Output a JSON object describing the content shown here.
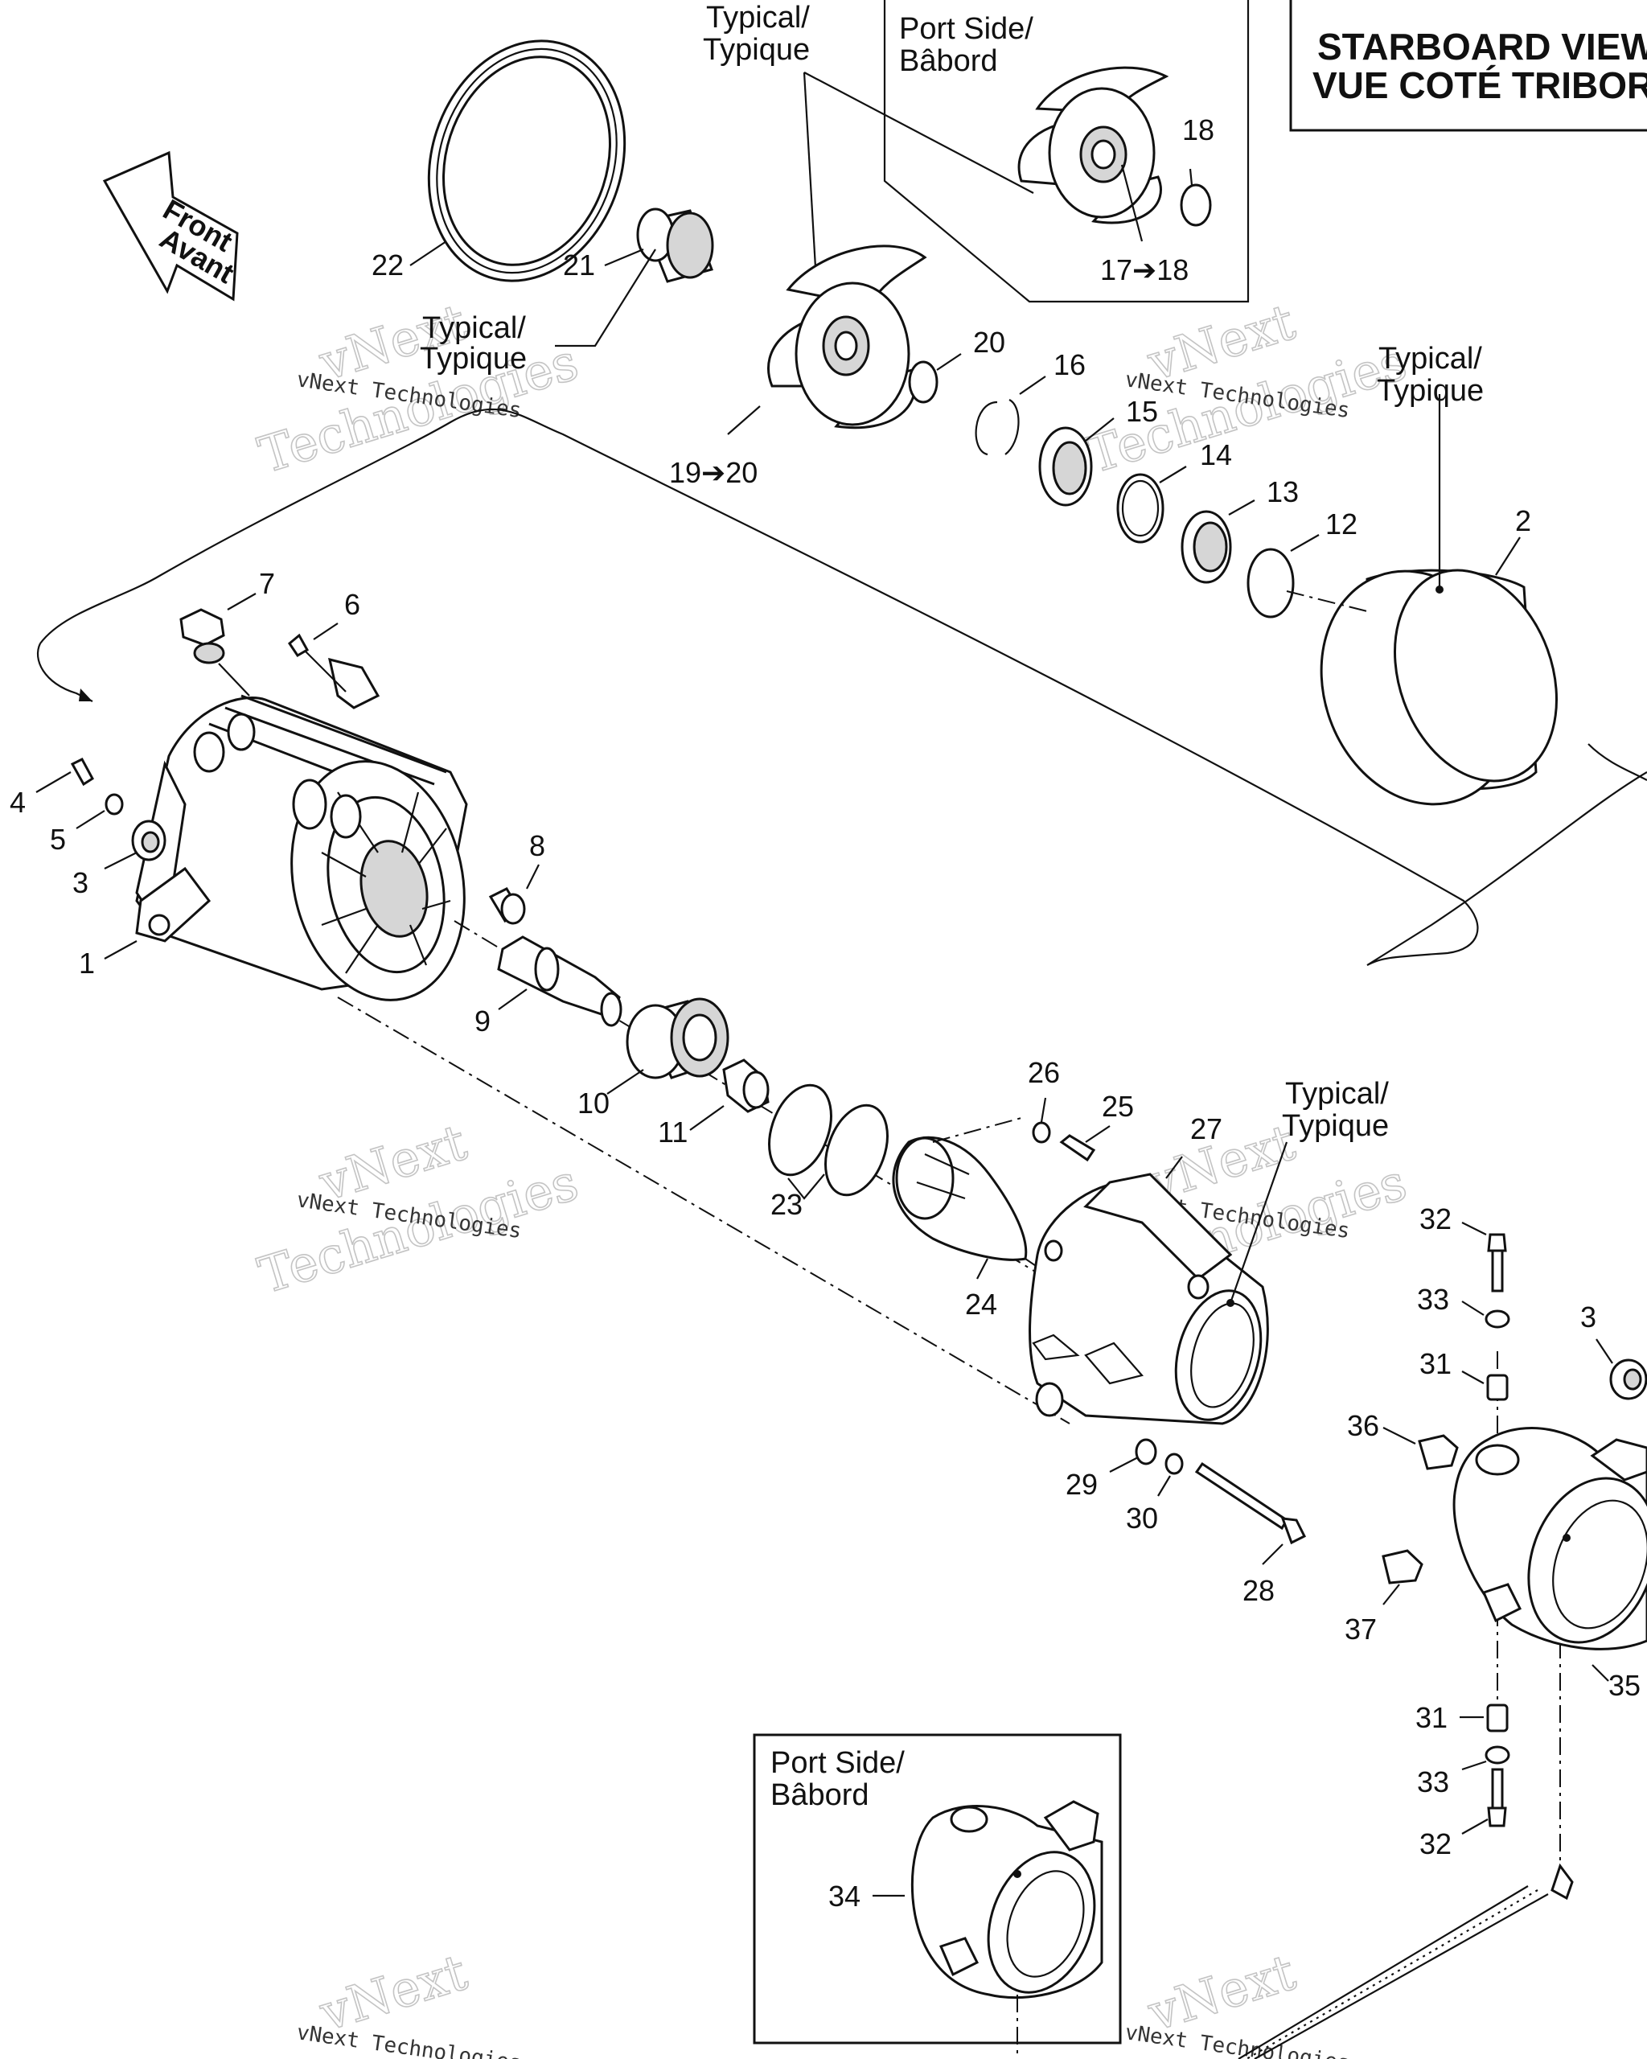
{
  "title": {
    "line1": "STARBOARD VIEW",
    "line2": "VUE COTÉ TRIBORD"
  },
  "front_arrow": {
    "line1": "Front",
    "line2": "Avant"
  },
  "insets": {
    "impeller_port": {
      "line1": "Port Side/",
      "line2": "Bâbord"
    },
    "venturi_port": {
      "line1": "Port Side/",
      "line2": "Bâbord"
    }
  },
  "typical_note": {
    "line1": "Typical/",
    "line2": "Typique"
  },
  "watermark": {
    "line1": "vNext",
    "line2": "Technologies",
    "small": "vNext Technologies"
  },
  "callouts": {
    "c1": "1",
    "c2": "2",
    "c3": "3",
    "c3b": "3",
    "c4": "4",
    "c5": "5",
    "c6": "6",
    "c7": "7",
    "c8": "8",
    "c9": "9",
    "c10": "10",
    "c11": "11",
    "c12": "12",
    "c13": "13",
    "c14": "14",
    "c15": "15",
    "c16": "16",
    "c17": "17➔18",
    "c18": "18",
    "c19": "19➔20",
    "c20": "20",
    "c21": "21",
    "c22": "22",
    "c23": "23",
    "c24": "24",
    "c25": "25",
    "c26": "26",
    "c27": "27",
    "c28": "28",
    "c29": "29",
    "c30": "30",
    "c31a": "31",
    "c31b": "31",
    "c32a": "32",
    "c32b": "32",
    "c33a": "33",
    "c33b": "33",
    "c34": "34",
    "c35": "35",
    "c36": "36",
    "c37": "37"
  }
}
